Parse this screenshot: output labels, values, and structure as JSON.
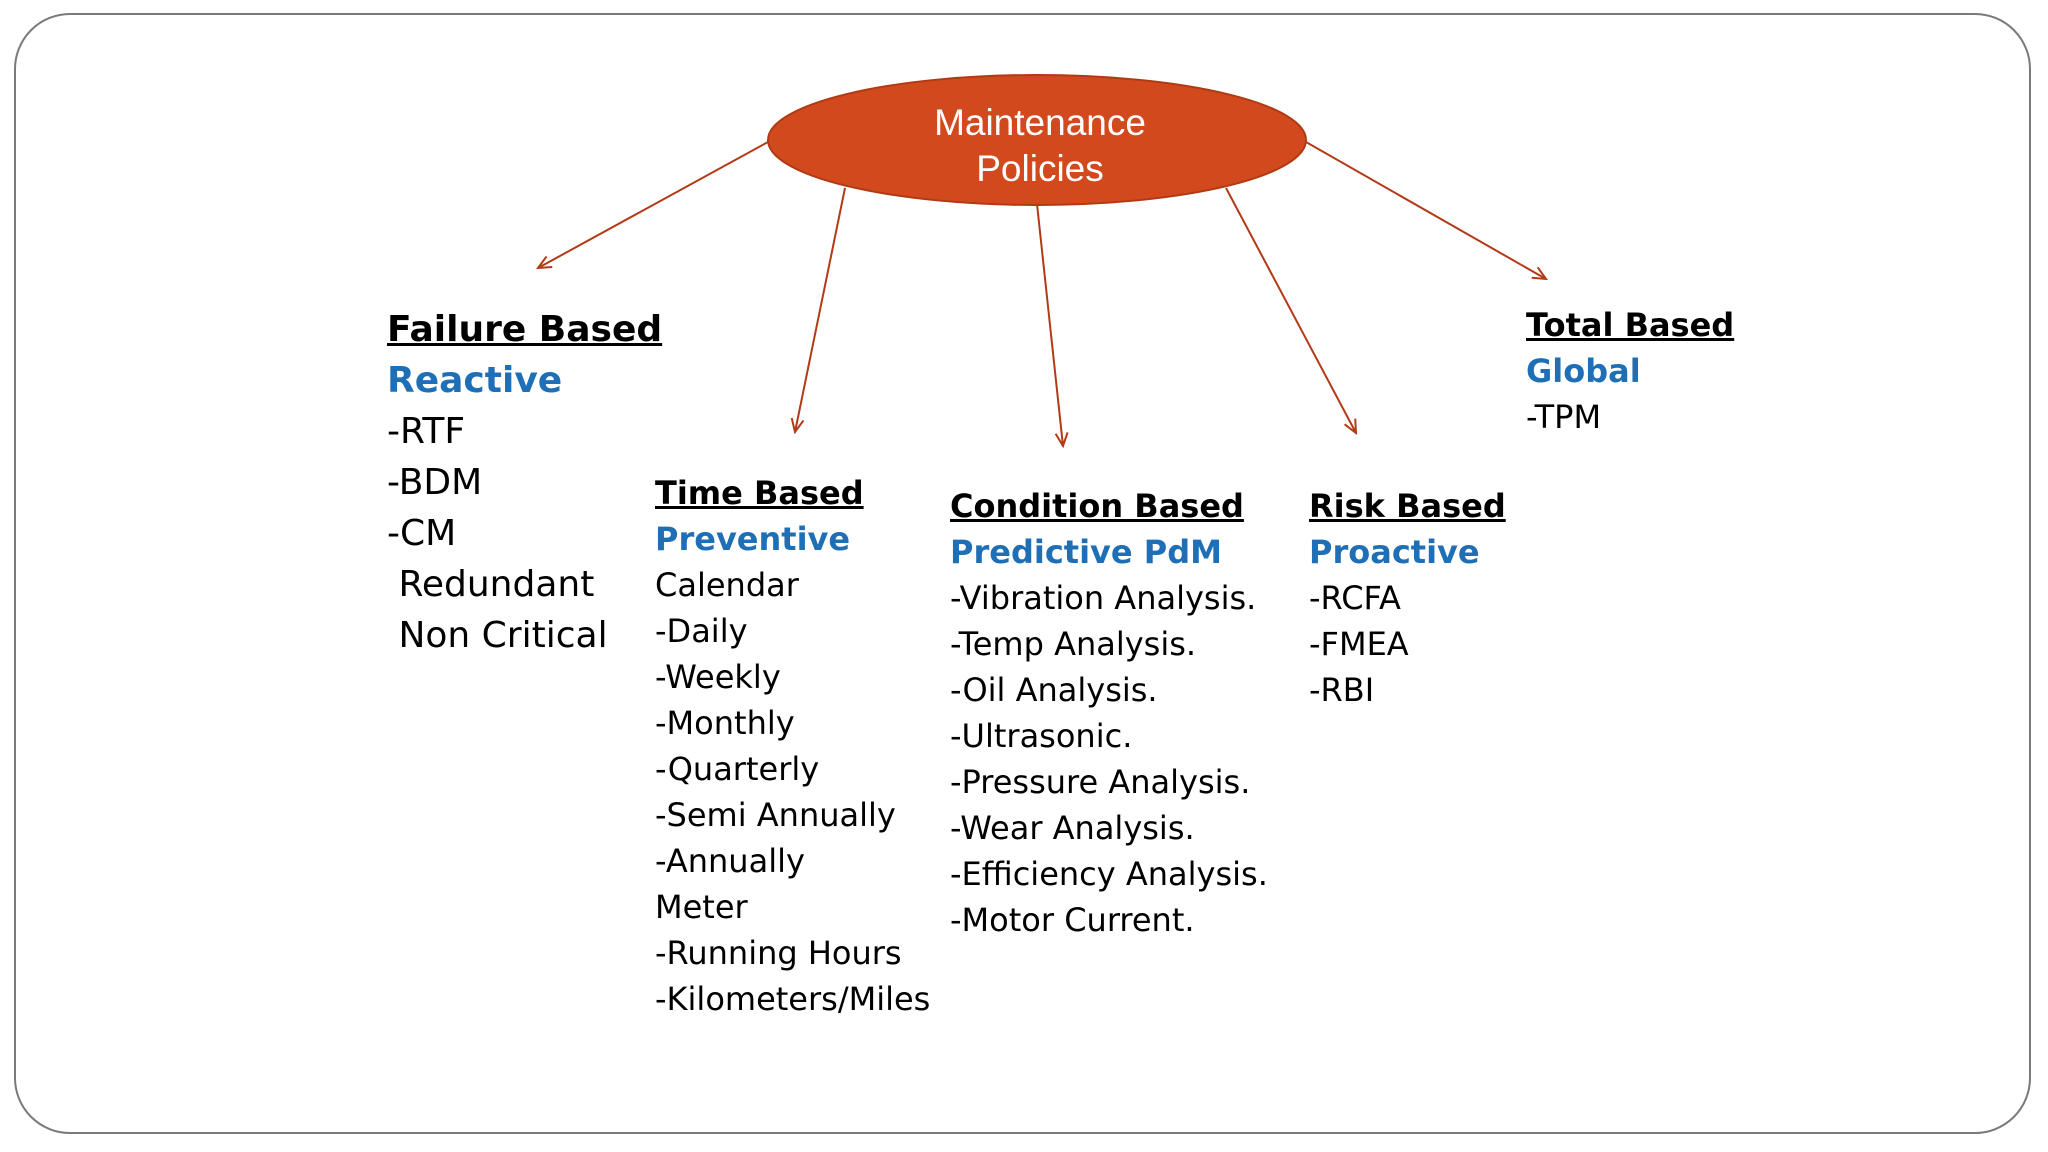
{
  "root": {
    "line1": "Maintenance",
    "line2": "Policies",
    "fill": "#d2491e",
    "arrow_color": "#b33a17"
  },
  "columns": [
    {
      "heading": "Failure Based",
      "subtitle": "Reactive",
      "items": [
        "-RTF",
        "-BDM",
        "-CM",
        " Redundant",
        " Non Critical"
      ]
    },
    {
      "heading": "Time Based",
      "subtitle": "Preventive",
      "items": [
        "Calendar",
        "-Daily",
        "-Weekly",
        "-Monthly",
        "-Quarterly",
        "-Semi Annually",
        "-Annually",
        "Meter",
        "-Running Hours",
        "-Kilometers/Miles"
      ]
    },
    {
      "heading": "Condition Based",
      "subtitle": "Predictive PdM",
      "items": [
        "-Vibration Analysis.",
        "-Temp Analysis.",
        "-Oil Analysis.",
        "-Ultrasonic.",
        "-Pressure Analysis.",
        "-Wear Analysis.",
        "-Efficiency Analysis.",
        "-Motor Current."
      ]
    },
    {
      "heading": "Risk Based",
      "subtitle": "Proactive",
      "items": [
        "-RCFA",
        "-FMEA",
        "-RBI"
      ]
    },
    {
      "heading": "Total Based",
      "subtitle": "Global",
      "items": [
        "-TPM"
      ]
    }
  ],
  "colors": {
    "heading": "#000000",
    "subtitle": "#1f6fb7",
    "frame_border": "#7a7a7a"
  }
}
